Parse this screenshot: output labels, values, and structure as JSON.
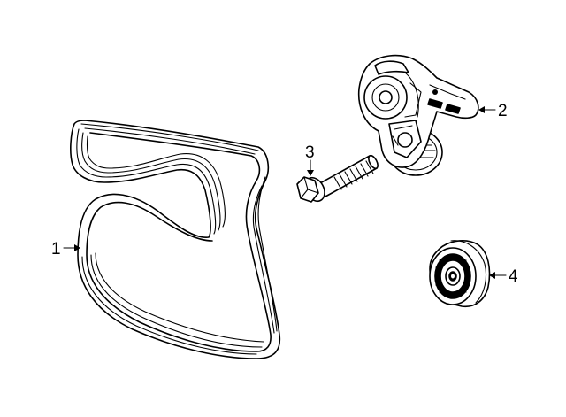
{
  "callouts": {
    "belt": "1",
    "tensioner": "2",
    "bolt": "3",
    "idler": "4"
  }
}
